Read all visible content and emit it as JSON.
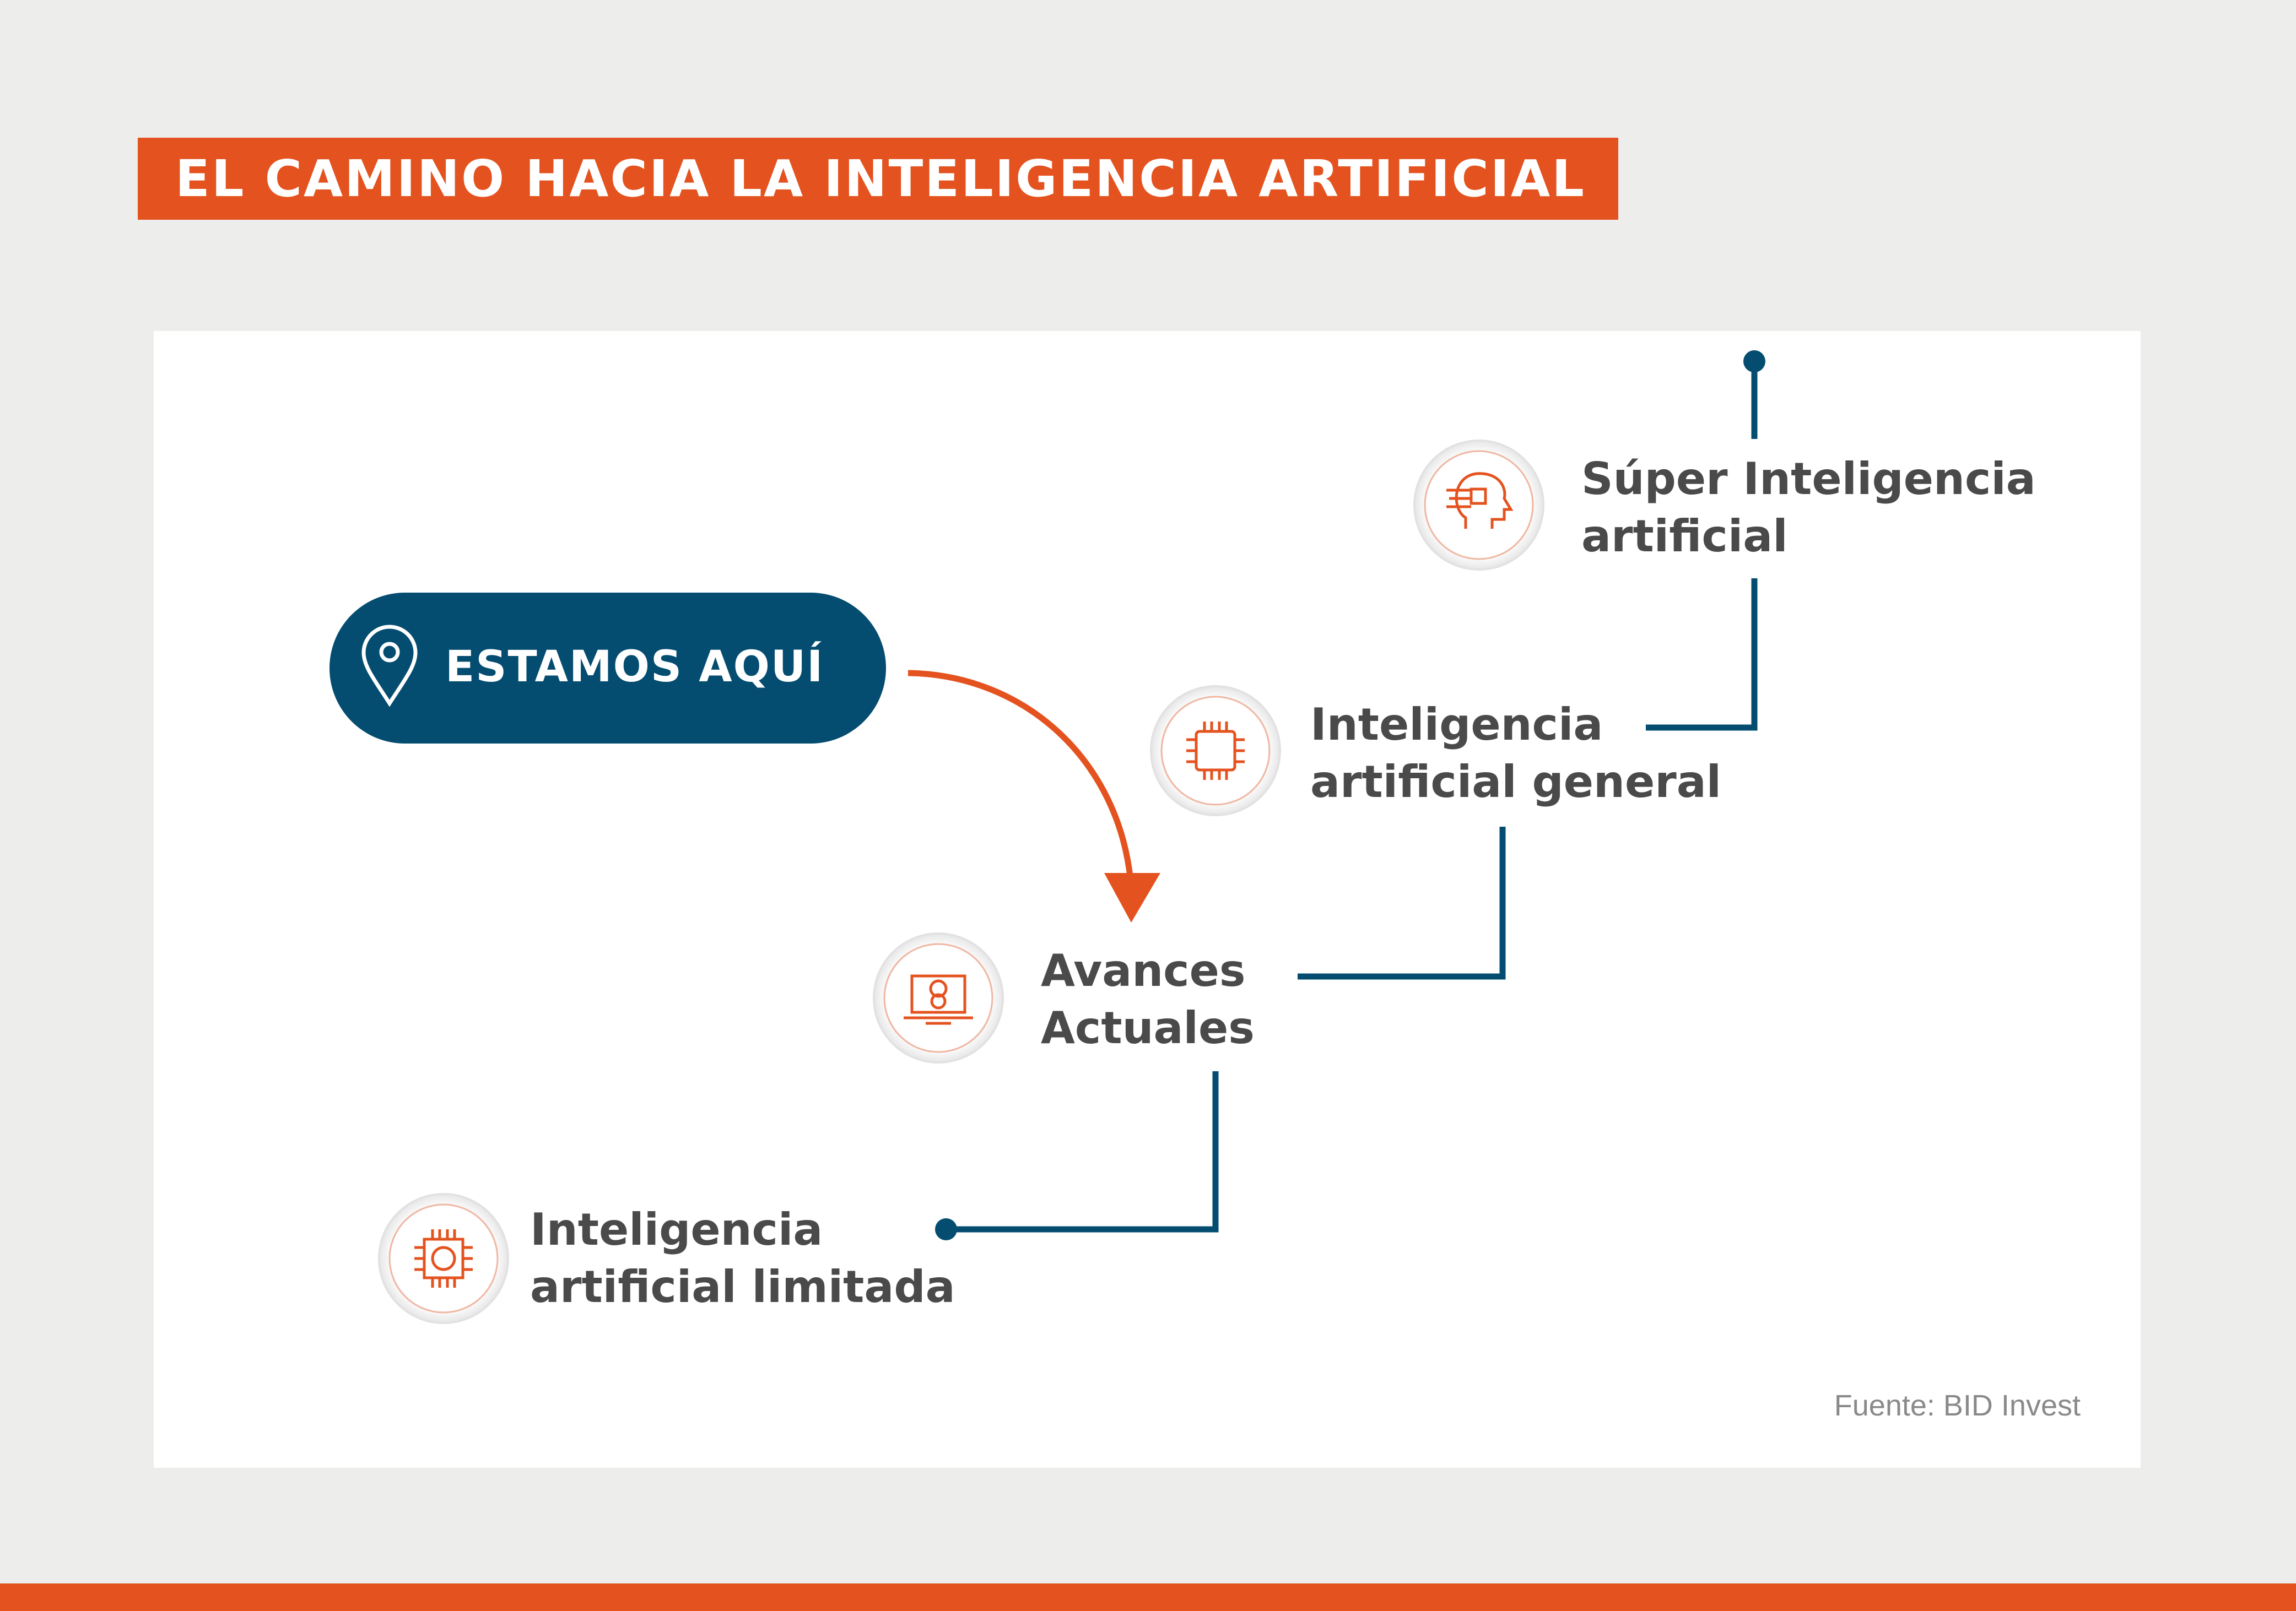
{
  "title": "EL CAMINO HACIA LA INTELIGENCIA ARTIFICIAL",
  "current_position": {
    "label": "ESTAMOS AQUÍ",
    "icon": "location-pin-icon"
  },
  "stages": [
    {
      "line1": "Inteligencia",
      "line2": "artificial limitada",
      "icon": "chip-brain-icon"
    },
    {
      "line1": "Avances",
      "line2": "Actuales",
      "icon": "laptop-idea-icon"
    },
    {
      "line1": "Inteligencia",
      "line2": "artificial general",
      "icon": "processor-chip-icon"
    },
    {
      "line1": "Súper Inteligencia",
      "line2": "artificial",
      "icon": "ai-head-icon"
    }
  ],
  "source": "Fuente: BID Invest",
  "colors": {
    "accent": "#e4531f",
    "navy": "#044c70",
    "text": "#4a4a4a",
    "background": "#ededeb"
  }
}
